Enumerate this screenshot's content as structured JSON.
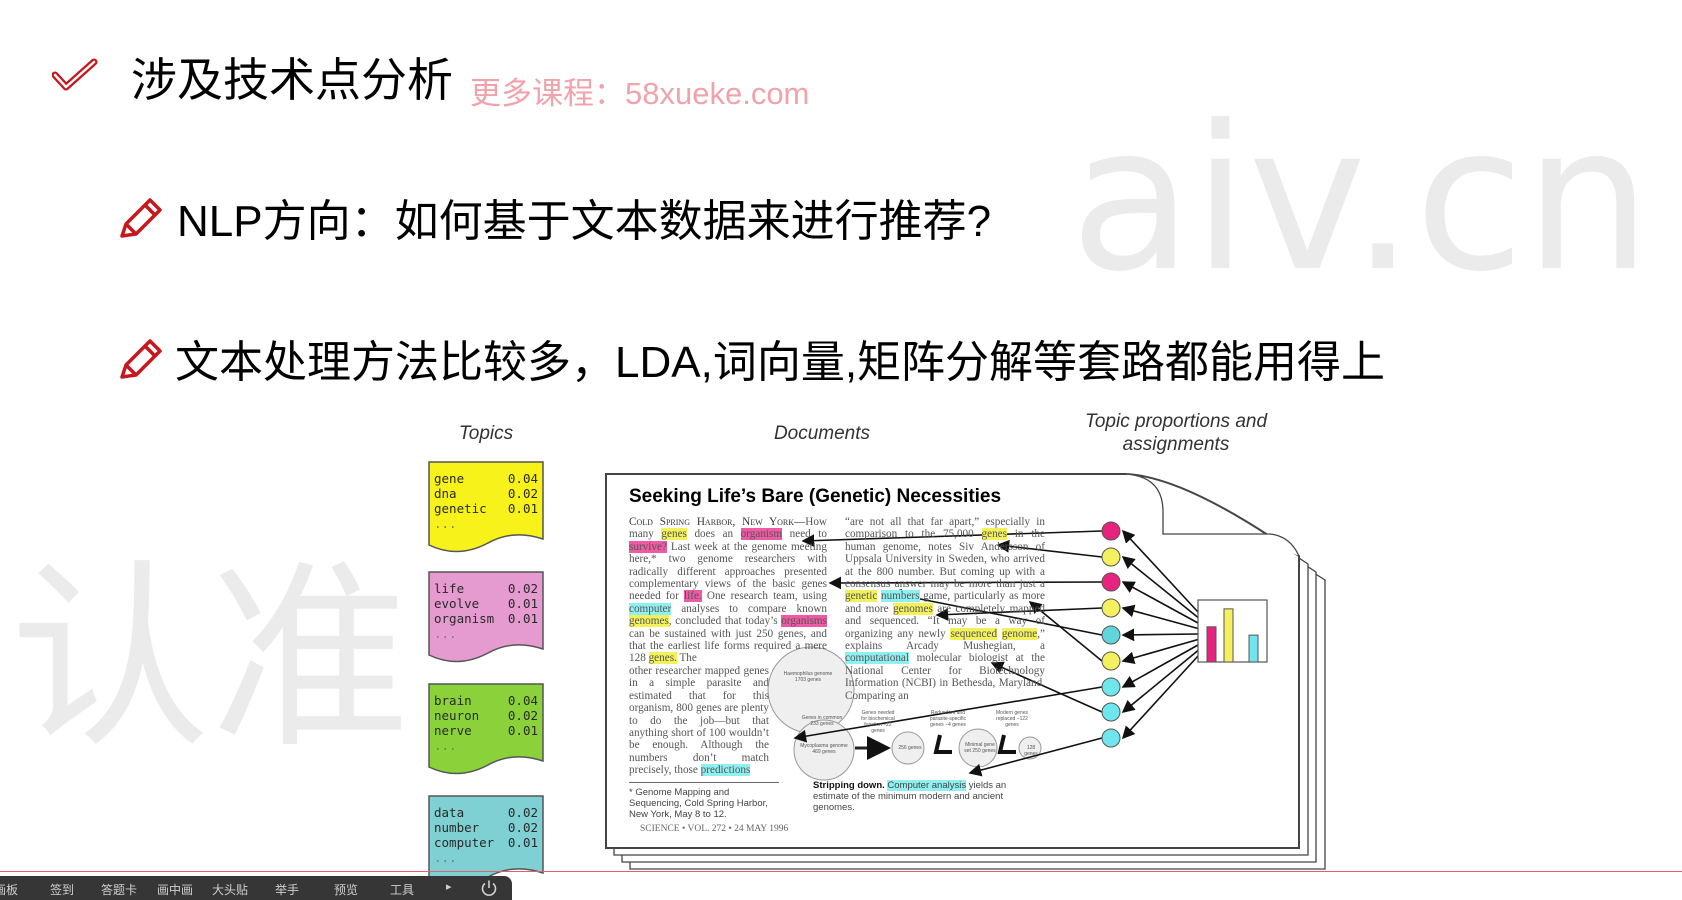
{
  "watermark_big": {
    "left": "认准",
    "right": "aiv.cn"
  },
  "watermark_small": "更多课程：58xueke.com",
  "header": {
    "title": "涉及技术点分析",
    "icon": "checkmark-icon"
  },
  "bullets": [
    {
      "icon": "pencil-icon",
      "text": "NLP方向：如何基于文本数据来进行推荐?"
    },
    {
      "icon": "pencil-icon",
      "text": "文本处理方法比较多，LDA,词向量,矩阵分解等套路都能用得上"
    }
  ],
  "figure": {
    "captions": {
      "topics": "Topics",
      "documents": "Documents",
      "proportions_line1": "Topic proportions and",
      "proportions_line2": "assignments"
    },
    "topics": [
      {
        "color": "#f7f21a",
        "words": [
          [
            "gene",
            "0.04"
          ],
          [
            "dna",
            "0.02"
          ],
          [
            "genetic",
            "0.01"
          ]
        ],
        "more": "..."
      },
      {
        "color": "#e59bd0",
        "words": [
          [
            "life",
            "0.02"
          ],
          [
            "evolve",
            "0.01"
          ],
          [
            "organism",
            "0.01"
          ]
        ],
        "more": "..."
      },
      {
        "color": "#8bd23a",
        "words": [
          [
            "brain",
            "0.04"
          ],
          [
            "neuron",
            "0.02"
          ],
          [
            "nerve",
            "0.01"
          ]
        ],
        "more": "..."
      },
      {
        "color": "#7fd0d2",
        "words": [
          [
            "data",
            "0.02"
          ],
          [
            "number",
            "0.02"
          ],
          [
            "computer",
            "0.01"
          ]
        ],
        "more": "..."
      }
    ],
    "document": {
      "title": "Seeking Life’s Bare (Genetic) Necessities",
      "dateline": "Cold Spring Harbor, New York—",
      "col1a": [
        {
          "t": "How many "
        },
        {
          "t": "genes",
          "h": "y"
        },
        {
          "t": " does an "
        },
        {
          "t": "organism",
          "h": "m"
        },
        {
          "t": " need to "
        },
        {
          "t": "survive?",
          "h": "m"
        },
        {
          "t": " Last week at the genome meeting here,* two genome researchers with radically different approaches presented complementary views of the basic genes needed for "
        },
        {
          "t": "life.",
          "h": "m"
        },
        {
          "t": " One research team, using "
        },
        {
          "t": "computer",
          "h": "c"
        },
        {
          "t": " analyses to compare known "
        },
        {
          "t": "genomes",
          "h": "y"
        },
        {
          "t": ", concluded that today’s "
        },
        {
          "t": "organisms",
          "h": "m"
        },
        {
          "t": " can be sustained with just 250 genes, and that the earliest life forms required a mere 128 "
        },
        {
          "t": "genes.",
          "h": "y"
        },
        {
          "t": " The"
        }
      ],
      "col1b": [
        {
          "t": "other researcher mapped genes in a simple parasite and estimated that for this organism, 800 genes are plenty to do the job—but that anything short of 100 wouldn’t be enough. Although the numbers don’t match precisely, those "
        },
        {
          "t": "predictions",
          "h": "c"
        }
      ],
      "col2": [
        {
          "t": "“are not all that far apart,” especially in comparison to the 75,000 "
        },
        {
          "t": "genes",
          "h": "y"
        },
        {
          "t": " in the human genome, notes Siv Andersson of Uppsala University in Sweden, who arrived at the 800 number. But coming up with a consensus answer may be more than just a "
        },
        {
          "t": "genetic",
          "h": "y"
        },
        {
          "t": " "
        },
        {
          "t": "numbers",
          "h": "c"
        },
        {
          "t": " game, particularly as more and more "
        },
        {
          "t": "genomes",
          "h": "y"
        },
        {
          "t": " are completely mapped and sequenced. “It may be a way of organizing any newly "
        },
        {
          "t": "sequenced",
          "h": "y"
        },
        {
          "t": " "
        },
        {
          "t": "genome",
          "h": "y"
        },
        {
          "t": ",” explains Arcady Mushegian, a "
        },
        {
          "t": "computational",
          "h": "c"
        },
        {
          "t": " molecular biologist at the National Center for Biotechnology Information (NCBI) in Bethesda, Maryland. Comparing an"
        }
      ],
      "figure_labels": {
        "haemophilus": "Haemophilus genome 1703 genes",
        "common": "Genes in common 233 genes",
        "mycoplasma": "Mycoplasma genome 469 genes",
        "g256": "256 genes",
        "minimal": "Minimal gene set 250 genes",
        "g128": "128 genes",
        "needed": "Genes needed for biochemical function −22 genes",
        "redundant": "Redundant and parasite-specific genes −4 genes",
        "ancient": "Modern genes replaced −122 genes"
      },
      "footnote": "* Genome Mapping and Sequencing, Cold Spring Harbor, New York, May 8 to 12.",
      "caption_bold": "Stripping down.",
      "caption_hl": "Computer analysis",
      "caption_rest": " yields an estimate of the minimum modern and ancient genomes.",
      "footer": "SCIENCE • VOL. 272 • 24 MAY 1996"
    },
    "topic_assignment_colors": [
      "#e8237f",
      "#f5f060",
      "#e8237f",
      "#f5f060",
      "#5fd6dc",
      "#f5f060",
      "#6fe6ee",
      "#6fe6ee",
      "#6fe6ee"
    ],
    "proportions": [
      {
        "color": "#e8237f",
        "value": 0.55
      },
      {
        "color": "#f5f060",
        "value": 0.83
      },
      {
        "color": "#6fe6ee",
        "value": 0.42
      }
    ]
  },
  "toolbar": {
    "items": [
      "画板",
      "签到",
      "答题卡",
      "画中画",
      "大头贴",
      "举手",
      "预览",
      "工具"
    ],
    "more_icon": "play-icon",
    "power_icon": "power-icon"
  },
  "colors": {
    "accent_red": "#c8161d",
    "divider": "#e06070",
    "toolbar_bg": "#363636"
  }
}
